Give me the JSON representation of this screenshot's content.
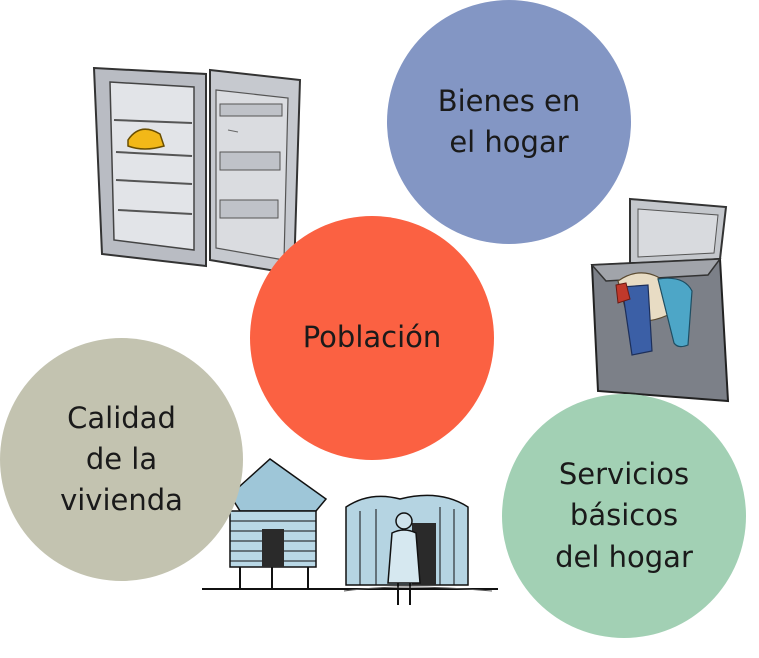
{
  "nodes": {
    "bienes": {
      "label": "Bienes en\nel hogar",
      "color": "#8396c4"
    },
    "poblacion": {
      "label": "Población",
      "color": "#fb6142"
    },
    "calidad": {
      "label": "Calidad\nde la\nvivienda",
      "color": "#c3c3b0"
    },
    "servicios": {
      "label": "Servicios\nbásicos\ndel hogar",
      "color": "#a2d0b4"
    }
  },
  "illustrations": {
    "fridge": "refrigerator-illustration",
    "washer": "washing-machine-illustration",
    "houses": "houses-illustration"
  }
}
